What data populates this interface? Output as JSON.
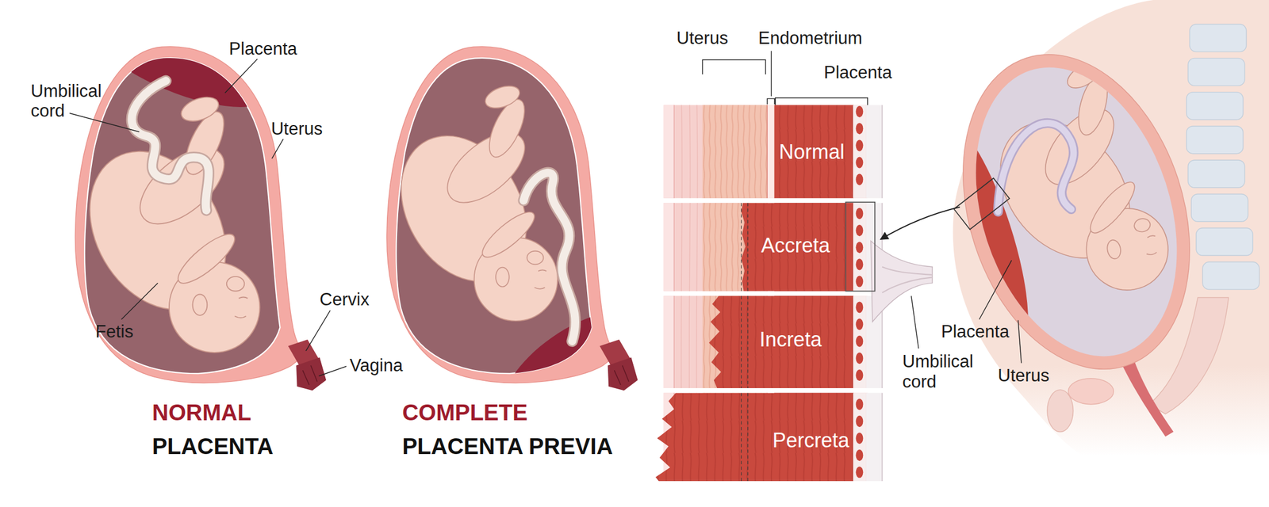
{
  "diagram": {
    "nodes": [
      {
        "text": [
          "Normal"
        ]
      },
      {
        "text": [
          "Accreta"
        ]
      },
      {
        "text": [
          "Increta"
        ]
      },
      {
        "text": [
          "Percreta"
        ]
      }
    ],
    "labels": [
      "Umbilical cord",
      "Placenta",
      "Uterus",
      "Fetis",
      "Cervix",
      "Vagina",
      "NORMAL",
      "PLACENTA",
      "COMPLETE",
      "PLACENTA PREVIA",
      "Uterus",
      "Endometrium",
      "Placenta",
      "Umbilical cord",
      "Placenta",
      "Uterus"
    ]
  }
}
